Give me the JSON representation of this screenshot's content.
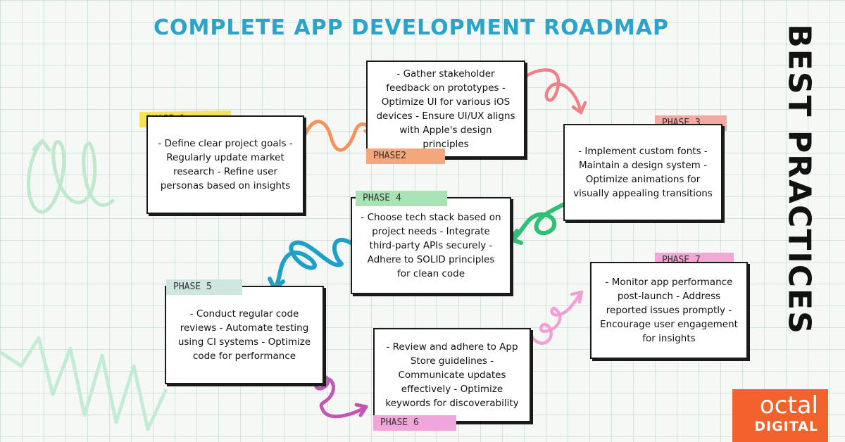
{
  "title": "COMPLETE APP DEVELOPMENT ROADMAP",
  "side_title": "BEST PRACTICES",
  "phases": [
    {
      "label": "PHASE 1",
      "text": "- Define clear project goals - Regularly update market research - Refine user personas based on insights",
      "tag_color": "#f7e35a"
    },
    {
      "label": "PHASE2",
      "text": "- Gather stakeholder feedback on prototypes - Optimize UI for various iOS devices - Ensure UI/UX aligns with Apple's design principles",
      "tag_color": "#f4a77a"
    },
    {
      "label": "PHASE 3",
      "text": "- Implement custom fonts - Maintain a design system - Optimize animations for visually appealing transitions",
      "tag_color": "#f6a8a3"
    },
    {
      "label": "PHASE 4",
      "text": "- Choose tech stack based on project needs - Integrate third-party APIs securely - Adhere to SOLID principles for clean code",
      "tag_color": "#a9e2b4"
    },
    {
      "label": "PHASE 5",
      "text": "- Conduct regular code reviews - Automate testing using CI systems - Optimize code for performance",
      "tag_color": "#cfe6e0"
    },
    {
      "label": "PHASE 6",
      "text": "- Review and adhere to App Store guidelines - Communicate updates effectively - Optimize keywords for discoverability",
      "tag_color": "#f0a6d8"
    },
    {
      "label": "PHASE 7",
      "text": "- Monitor app performance post-launch - Address reported issues promptly - Encourage user engagement for insights",
      "tag_color": "#f4a6d6"
    }
  ],
  "logo": {
    "top": "octal",
    "bottom": "DIGITAL",
    "color": "#f2622c"
  },
  "colors": {
    "title": "#2aa4c8",
    "arrow_1_2": "#f4935e",
    "arrow_2_3": "#f07f86",
    "arrow_3_4": "#2fbf77",
    "arrow_4_5": "#1fa0c7",
    "arrow_5_6": "#c455b4",
    "arrow_6_7": "#f2a0d3"
  }
}
